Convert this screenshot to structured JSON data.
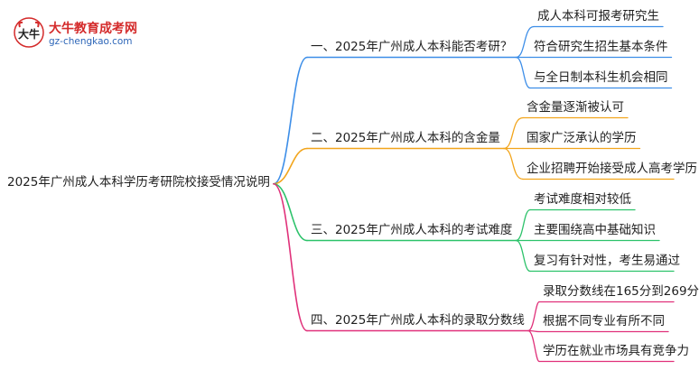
{
  "logo": {
    "title": "大牛教育成考网",
    "url": "gz-chengkao.com",
    "mark_text": "大牛"
  },
  "root": {
    "label": "2025年广州成人本科学历考研院校接受情况说明"
  },
  "branches": [
    {
      "label": "一、2025年广州成人本科能否考研？",
      "color": "#3d8ee8",
      "leaves": [
        "成人本科可报考研究生",
        "符合研究生招生基本条件",
        "与全日制本科生机会相同"
      ]
    },
    {
      "label": "二、2025年广州成人本科的含金量",
      "color": "#f2a51c",
      "leaves": [
        "含金量逐渐被认可",
        "国家广泛承认的学历",
        "企业招聘开始接受成人高考学历"
      ]
    },
    {
      "label": "三、2025年广州成人本科的考试难度",
      "color": "#2cc26a",
      "leaves": [
        "考试难度相对较低",
        "主要围绕高中基础知识",
        "复习有针对性，考生易通过"
      ]
    },
    {
      "label": "四、2025年广州成人本科的录取分数线",
      "color": "#e0317a",
      "leaves": [
        "录取分数线在165分到269分",
        "根据不同专业有所不同",
        "学历在就业市场具有竞争力"
      ]
    }
  ]
}
